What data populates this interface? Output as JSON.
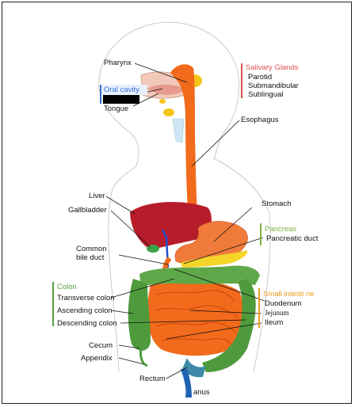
{
  "colors": {
    "salivary": "#d9534f",
    "oral": "#3b6fd6",
    "pancreas": "#7cb342",
    "colon": "#5a9e3a",
    "small_intestine": "#e8a11a",
    "esophagus": "#f26a1b",
    "liver": "#b71c2a",
    "stomach": "#f07a3a"
  },
  "labels": {
    "pharynx": "Pharynx",
    "oral_cavity": "Oral cavity",
    "tongue": "Tongue",
    "esophagus": "Esophagus",
    "liver": "Liver",
    "gallbladder": "Gallbladder",
    "common_bile_duct": "Common\nbile duct",
    "stomach": "Stomach",
    "pancreatic_duct": "Pancreatic duct",
    "duodenum": "Duodenum",
    "jejunum": "Jejunum",
    "ileum": "Ileum",
    "transverse_colon": "Transverse colon",
    "ascending_colon": "Ascending colon",
    "descending_colon": "Descending colon",
    "cecum": "Cecum",
    "appendix": "Appendix",
    "rectum": "Rectum",
    "anus": "anus"
  },
  "groups": {
    "salivary": {
      "title": "Salivary Glands",
      "items": [
        "Parotid",
        "Submandibular",
        "Sublingual"
      ]
    },
    "pancreas": {
      "title": "Pancreas"
    },
    "colon": {
      "title": "Colon"
    },
    "small_intestine": {
      "title": "Small intesti ne"
    }
  }
}
